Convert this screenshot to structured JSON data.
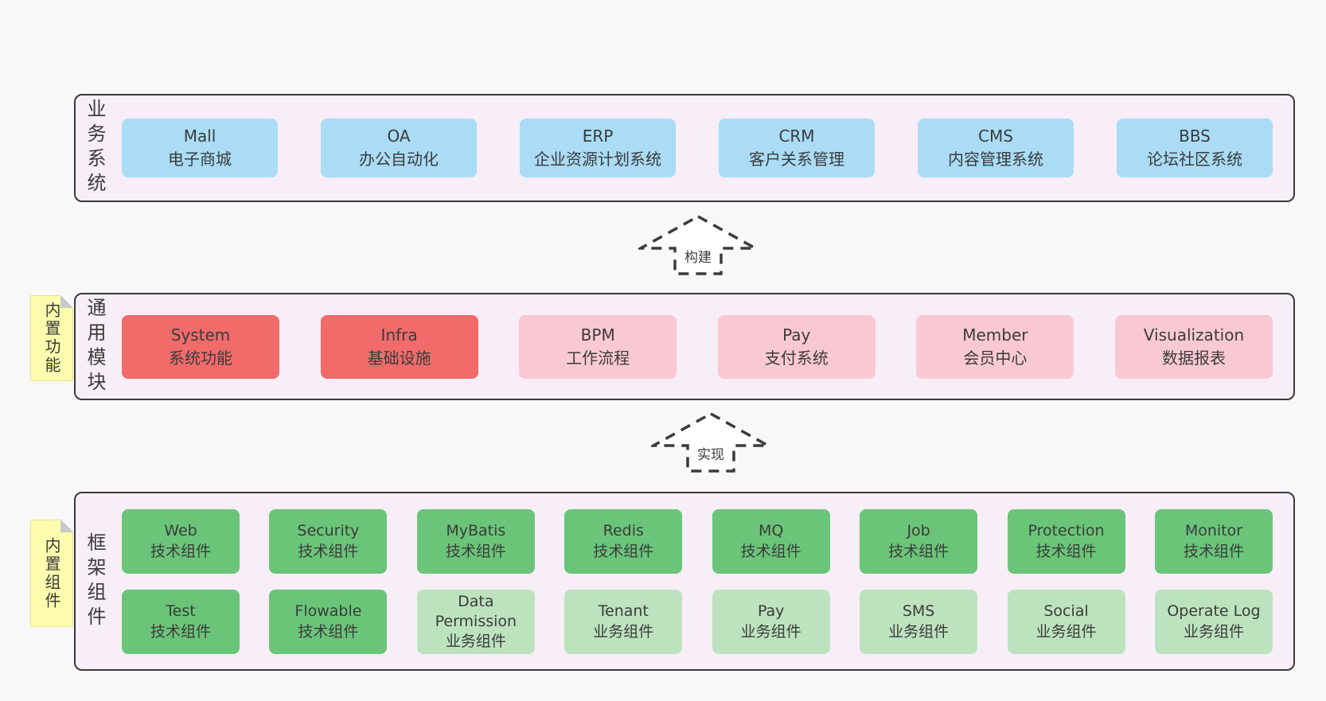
{
  "colors": {
    "page_bg": "#f8f8f8",
    "container_fill": "#f8eef7",
    "container_border": "#3a3a3a",
    "blue_box": "#aadcf6",
    "red_box": "#f16b6b",
    "pink_box": "#f9c9d3",
    "green_dark_box": "#6bc579",
    "green_light_box": "#bde3be",
    "sticky_yellow": "#fdfcae",
    "sticky_fold": "#c9c9c9",
    "text": "#3b3b3b"
  },
  "layers": {
    "business": {
      "label": "业务系统",
      "boxes": [
        {
          "title": "Mall",
          "subtitle": "电子商城"
        },
        {
          "title": "OA",
          "subtitle": "办公自动化"
        },
        {
          "title": "ERP",
          "subtitle": "企业资源计划系统"
        },
        {
          "title": "CRM",
          "subtitle": "客户关系管理"
        },
        {
          "title": "CMS",
          "subtitle": "内容管理系统"
        },
        {
          "title": "BBS",
          "subtitle": "论坛社区系统"
        }
      ]
    },
    "modules": {
      "label": "通用模块",
      "sticky": "内置功能",
      "boxes": [
        {
          "title": "System",
          "subtitle": "系统功能",
          "variant": "red"
        },
        {
          "title": "Infra",
          "subtitle": "基础设施",
          "variant": "red"
        },
        {
          "title": "BPM",
          "subtitle": "工作流程",
          "variant": "pink"
        },
        {
          "title": "Pay",
          "subtitle": "支付系统",
          "variant": "pink"
        },
        {
          "title": "Member",
          "subtitle": "会员中心",
          "variant": "pink"
        },
        {
          "title": "Visualization",
          "subtitle": "数据报表",
          "variant": "pink"
        }
      ]
    },
    "components": {
      "label": "框架组件",
      "sticky": "内置组件",
      "row1": [
        {
          "title": "Web",
          "subtitle": "技术组件",
          "variant": "green-dark"
        },
        {
          "title": "Security",
          "subtitle": "技术组件",
          "variant": "green-dark"
        },
        {
          "title": "MyBatis",
          "subtitle": "技术组件",
          "variant": "green-dark"
        },
        {
          "title": "Redis",
          "subtitle": "技术组件",
          "variant": "green-dark"
        },
        {
          "title": "MQ",
          "subtitle": "技术组件",
          "variant": "green-dark"
        },
        {
          "title": "Job",
          "subtitle": "技术组件",
          "variant": "green-dark"
        },
        {
          "title": "Protection",
          "subtitle": "技术组件",
          "variant": "green-dark"
        },
        {
          "title": "Monitor",
          "subtitle": "技术组件",
          "variant": "green-dark"
        }
      ],
      "row2": [
        {
          "title": "Test",
          "subtitle": "技术组件",
          "variant": "green-dark"
        },
        {
          "title": "Flowable",
          "subtitle": "技术组件",
          "variant": "green-dark"
        },
        {
          "title": "Data Permission",
          "subtitle": "业务组件",
          "variant": "green-light"
        },
        {
          "title": "Tenant",
          "subtitle": "业务组件",
          "variant": "green-light"
        },
        {
          "title": "Pay",
          "subtitle": "业务组件",
          "variant": "green-light"
        },
        {
          "title": "SMS",
          "subtitle": "业务组件",
          "variant": "green-light"
        },
        {
          "title": "Social",
          "subtitle": "业务组件",
          "variant": "green-light"
        },
        {
          "title": "Operate Log",
          "subtitle": "业务组件",
          "variant": "green-light"
        }
      ]
    }
  },
  "arrows": [
    {
      "label": "构建"
    },
    {
      "label": "实现"
    }
  ]
}
